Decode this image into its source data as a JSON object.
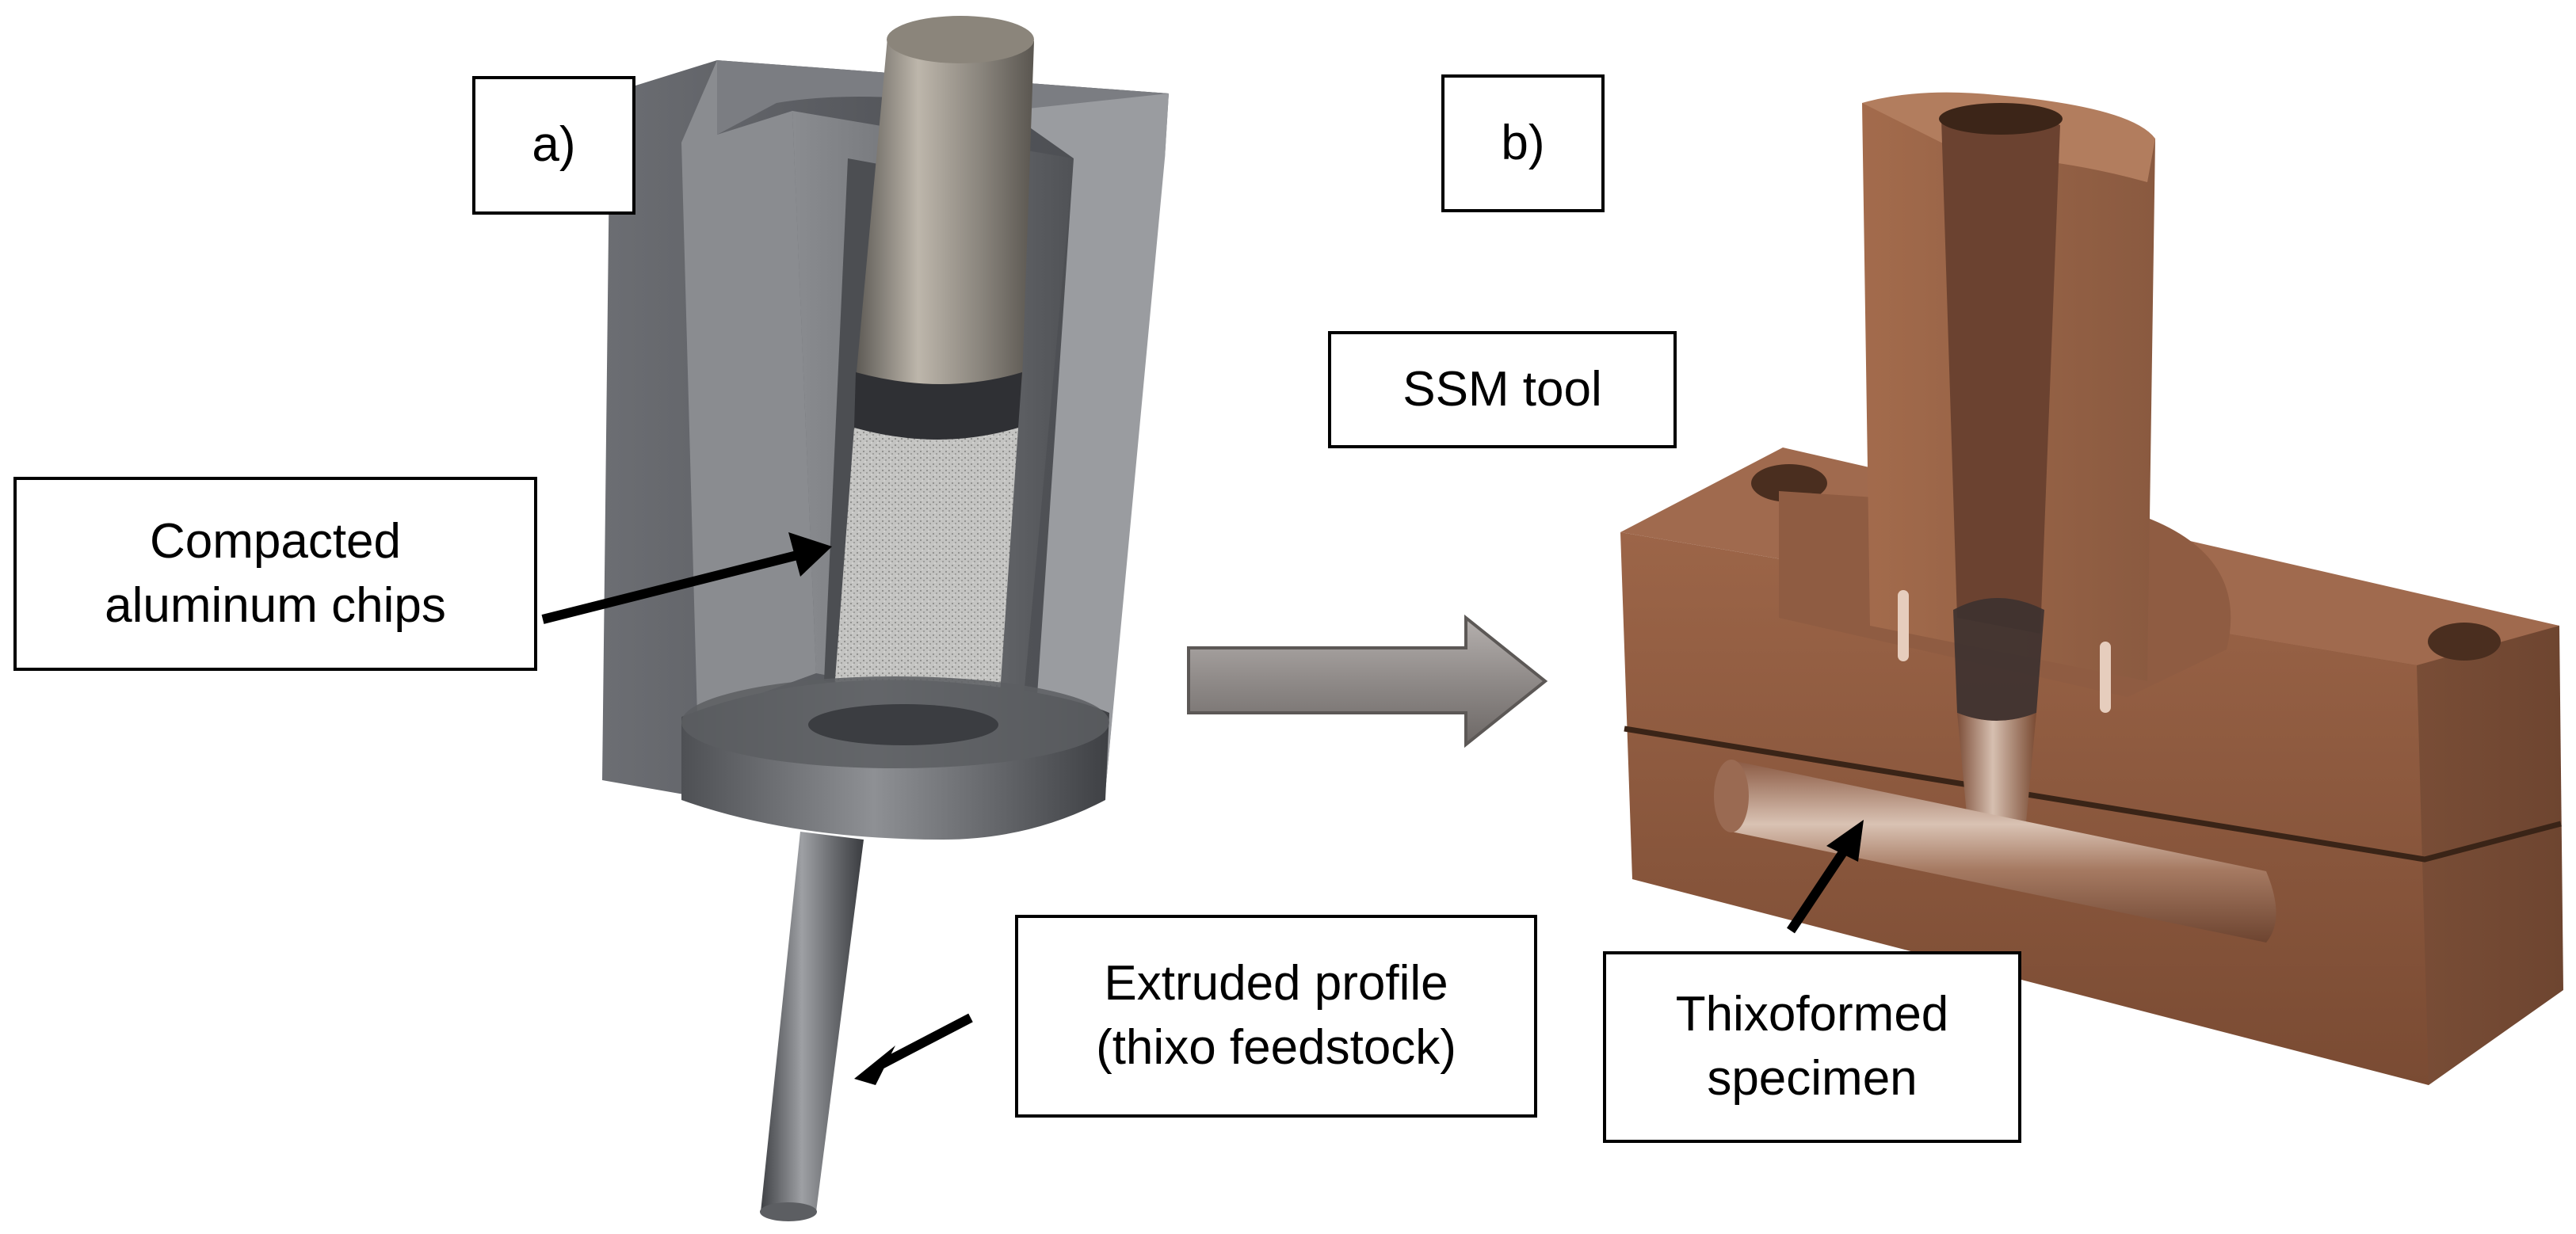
{
  "labels": {
    "panel_a": "a)",
    "panel_b": "b)",
    "ssm_tool": "SSM tool",
    "compacted": [
      "Compacted",
      "aluminum chips"
    ],
    "extruded": [
      "Extruded profile",
      "(thixo feedstock)"
    ],
    "thixoformed": [
      "Thixoformed",
      "specimen"
    ]
  },
  "colors": {
    "steel_dark": "#55575c",
    "steel_mid": "#7b7d82",
    "steel_light": "#a9abaf",
    "chips": "#b8b8b6",
    "copper_dark": "#7a4b33",
    "copper_mid": "#9a6447",
    "copper_light": "#b07a5b",
    "arrow_fill": "#8f8a88",
    "line": "#000000"
  },
  "icons": {
    "process_arrow": "right-block-arrow",
    "pointer": "black-leader-arrow"
  }
}
